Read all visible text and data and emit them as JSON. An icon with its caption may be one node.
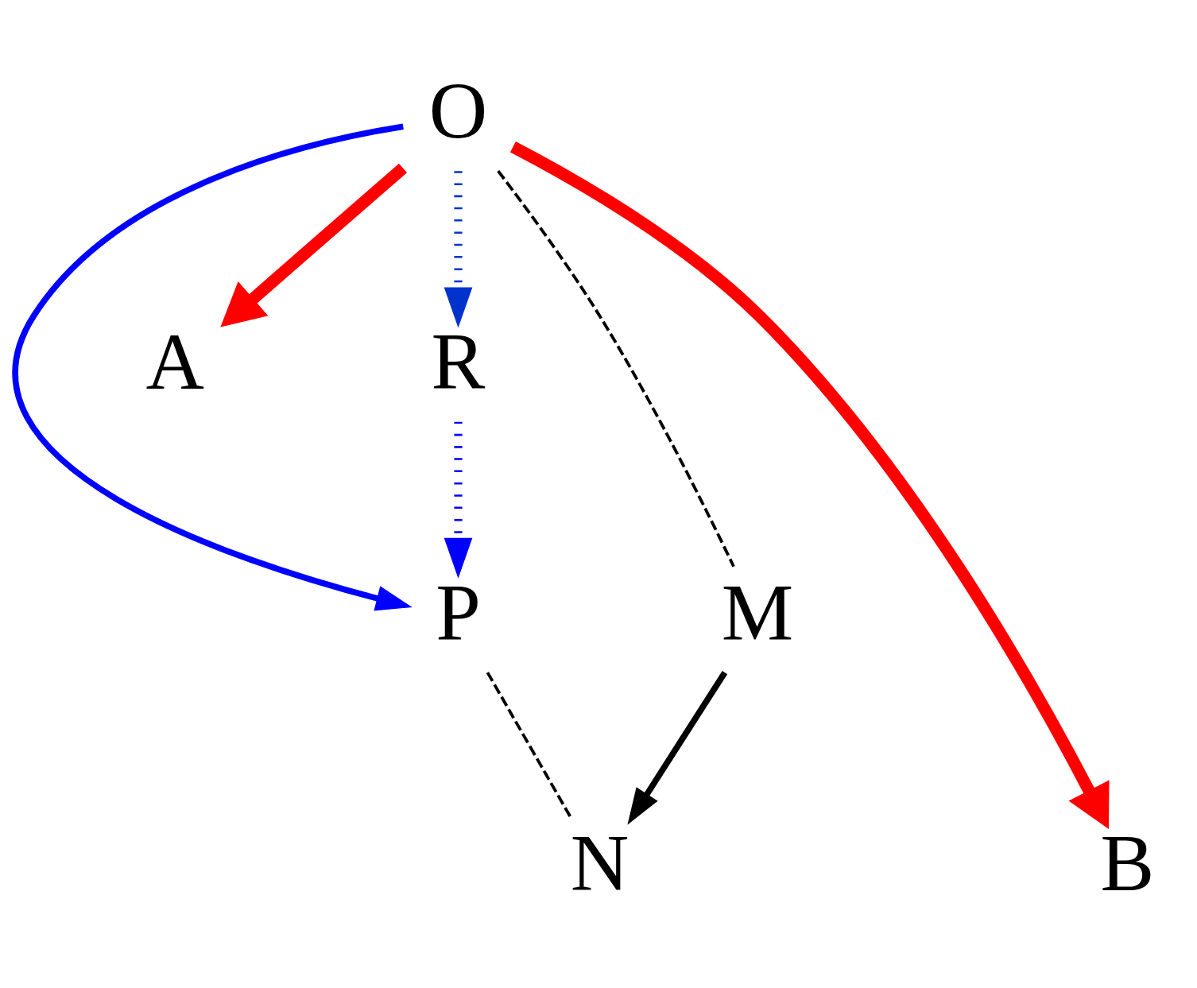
{
  "diagram": {
    "nodes": [
      {
        "text": [
          "O"
        ]
      },
      {
        "text": [
          "P"
        ]
      },
      {
        "text": [
          "A"
        ]
      },
      {
        "text": [
          "R"
        ]
      },
      {
        "text": [
          "M"
        ]
      },
      {
        "text": [
          "N"
        ]
      },
      {
        "text": [
          "B"
        ]
      }
    ],
    "edges": [
      {
        "from": 0,
        "to": 1,
        "arrow": "to",
        "color": "#0000ff"
      },
      {
        "from": 0,
        "to": 2,
        "arrow": "to",
        "style": "thick",
        "color": "#ff0000"
      },
      {
        "from": 0,
        "to": 6,
        "arrow": "to",
        "style": "thick",
        "color": "#ff0000"
      },
      {
        "from": 0,
        "to": 3,
        "arrow": "to",
        "style": "dashed",
        "color": "#0033cc"
      },
      {
        "from": 3,
        "to": 1,
        "arrow": "to",
        "style": "dashed",
        "color": "#0000ff"
      },
      {
        "from": 0,
        "to": 4,
        "arrow": "none",
        "style": "dashed"
      },
      {
        "from": 1,
        "to": 5,
        "arrow": "none",
        "style": "dashed"
      },
      {
        "from": 4,
        "to": 5,
        "arrow": "to"
      }
    ]
  }
}
